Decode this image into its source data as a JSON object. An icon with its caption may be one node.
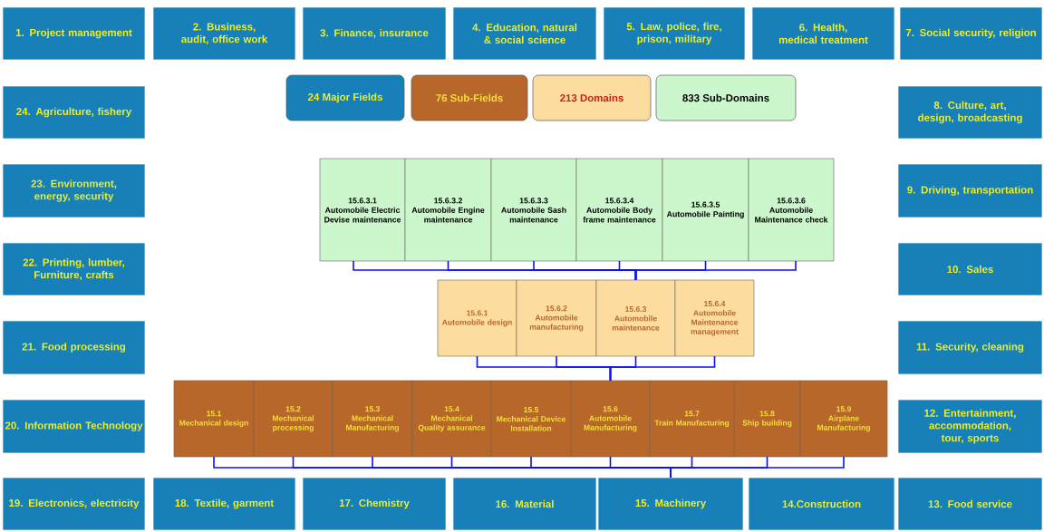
{
  "diagram": {
    "nodes": [
      {
        "text": [
          "1. Project management"
        ]
      },
      {
        "text": [
          "2. Business, audit, office work"
        ]
      },
      {
        "text": [
          "3. Finance, insurance"
        ]
      },
      {
        "text": [
          "4. Education, natural & social science"
        ]
      },
      {
        "text": [
          "5. Law, police, fire, prison, military"
        ]
      },
      {
        "text": [
          "6. Health, medical treatment"
        ]
      },
      {
        "text": [
          "7. Social security, religion"
        ]
      },
      {
        "text": [
          "8. Culture, art, design, broadcasting"
        ]
      },
      {
        "text": [
          "9. Driving, transportation"
        ]
      },
      {
        "text": [
          "10. Sales"
        ]
      },
      {
        "text": [
          "11. Security, cleaning"
        ]
      },
      {
        "text": [
          "12. Entertainment, accommodation, tour, sports"
        ]
      },
      {
        "text": [
          "13. Food service"
        ]
      },
      {
        "text": [
          "14.Construction"
        ]
      },
      {
        "text": [
          "15. Machinery"
        ]
      },
      {
        "text": [
          "16. Material"
        ]
      },
      {
        "text": [
          "17. Chemistry"
        ]
      },
      {
        "text": [
          "18. Textile, garment"
        ]
      },
      {
        "text": [
          "19. Electronics, electricity"
        ]
      },
      {
        "text": [
          "20. Information Technology"
        ]
      },
      {
        "text": [
          "21. Food processing"
        ]
      },
      {
        "text": [
          "22. Printing, lumber, Furniture, crafts"
        ]
      },
      {
        "text": [
          "23. Environment, energy, security"
        ]
      },
      {
        "text": [
          "24. Agriculture, fishery"
        ]
      },
      {
        "text": [
          "15.6.3.1",
          "Automobile Electric Devise maintenance"
        ]
      },
      {
        "text": [
          "15.6.3.2",
          "Automobile Engine maintenance"
        ]
      },
      {
        "text": [
          "15.6.3.3",
          "Automobile Sash maintenance"
        ]
      },
      {
        "text": [
          "15.6.3.4",
          "Automobile Body frame maintenance"
        ]
      },
      {
        "text": [
          "15.6.3.5",
          "Automobile Painting"
        ]
      },
      {
        "text": [
          "15.6.3.6",
          "Automobile Maintenance check"
        ]
      },
      {
        "text": [
          "15.6.1",
          "Automobile design"
        ]
      },
      {
        "text": [
          "15.6.2",
          "Automobile manufacturing"
        ]
      },
      {
        "text": [
          "15.6.3",
          "Automobile maintenance"
        ]
      },
      {
        "text": [
          "15.6.4",
          "Automobile Maintenance management"
        ]
      },
      {
        "text": [
          "15.1",
          "Mechanical design"
        ]
      },
      {
        "text": [
          "15.2",
          "Mechanical processing"
        ]
      },
      {
        "text": [
          "15.3",
          "Mechanical Manufacturing"
        ]
      },
      {
        "text": [
          "15.4",
          "Mechanical Quality assurance"
        ]
      },
      {
        "text": [
          "15.5",
          "Mechanical Device Installation"
        ]
      },
      {
        "text": [
          "15.6",
          "Automobile Manufacturing"
        ]
      },
      {
        "text": [
          "15.7",
          "Train Manufacturing"
        ]
      },
      {
        "text": [
          "15.8",
          "Ship building"
        ]
      },
      {
        "text": [
          "15.9",
          "Airplane Manufacturing"
        ]
      }
    ],
    "edges": [
      {
        "from": 24,
        "to": 32,
        "arrow": "none"
      },
      {
        "from": 25,
        "to": 32,
        "arrow": "none"
      },
      {
        "from": 26,
        "to": 32,
        "arrow": "none"
      },
      {
        "from": 27,
        "to": 32,
        "arrow": "none"
      },
      {
        "from": 28,
        "to": 32,
        "arrow": "none"
      },
      {
        "from": 29,
        "to": 32,
        "arrow": "none"
      },
      {
        "from": 30,
        "to": 39,
        "arrow": "none"
      },
      {
        "from": 31,
        "to": 39,
        "arrow": "none"
      },
      {
        "from": 32,
        "to": 39,
        "arrow": "none"
      },
      {
        "from": 33,
        "to": 39,
        "arrow": "none"
      },
      {
        "from": 34,
        "to": 14,
        "arrow": "none"
      },
      {
        "from": 35,
        "to": 14,
        "arrow": "none"
      },
      {
        "from": 36,
        "to": 14,
        "arrow": "none"
      },
      {
        "from": 37,
        "to": 14,
        "arrow": "none"
      },
      {
        "from": 38,
        "to": 14,
        "arrow": "none"
      },
      {
        "from": 39,
        "to": 14,
        "arrow": "none"
      },
      {
        "from": 40,
        "to": 14,
        "arrow": "none"
      },
      {
        "from": 41,
        "to": 14,
        "arrow": "none"
      },
      {
        "from": 42,
        "to": 14,
        "arrow": "none"
      }
    ],
    "legend": [
      {
        "text": "24 Major Fields",
        "color": "#1780b8"
      },
      {
        "text": "76 Sub-Fields",
        "color": "#b8672a"
      },
      {
        "text": "213 Domains",
        "color": "#fddd9f"
      },
      {
        "text": "833 Sub-Domains",
        "color": "#ccf7cc"
      }
    ]
  }
}
